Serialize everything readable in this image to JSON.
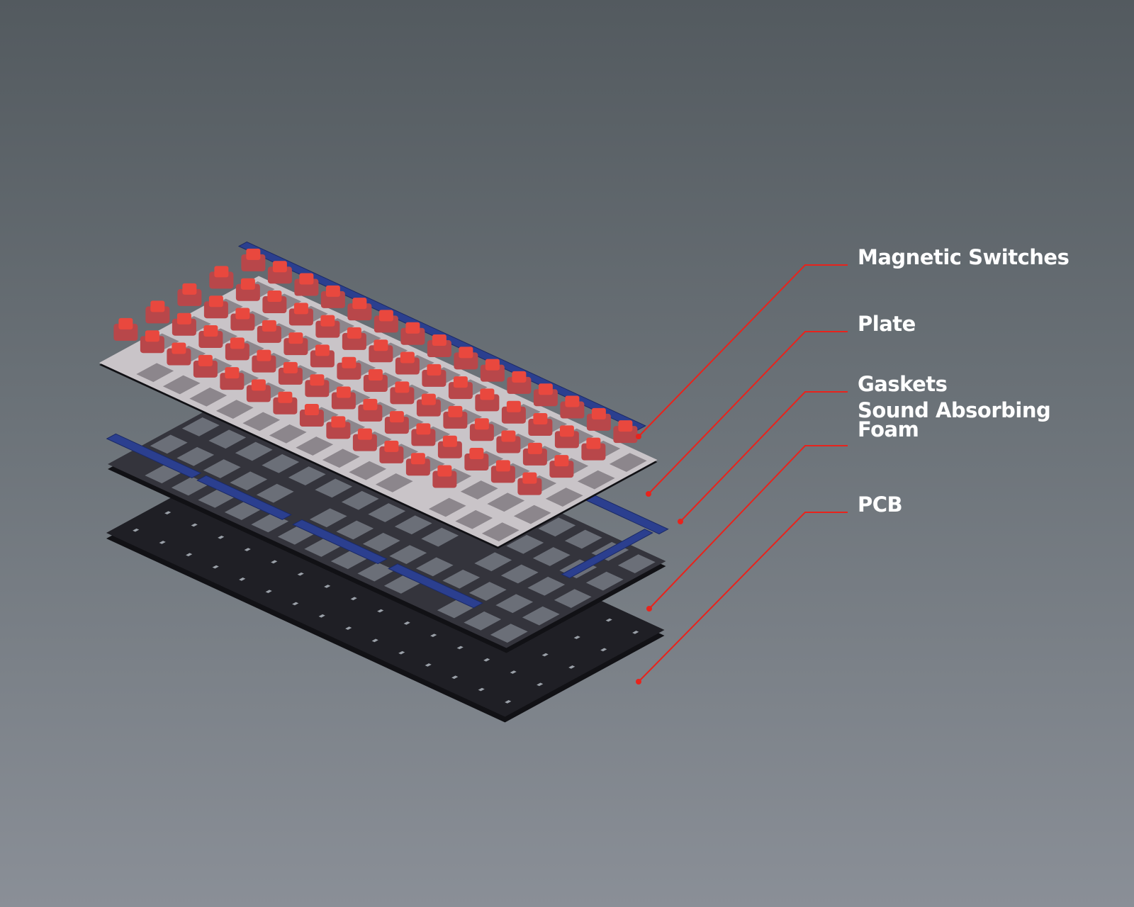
{
  "callouts": [
    {
      "label": "Magnetic Switches",
      "color": "#e8231c"
    },
    {
      "label": "Plate",
      "color": "#e8231c"
    },
    {
      "label": "Gaskets",
      "color": "#e8231c"
    },
    {
      "label": "Sound Absorbing\nFoam",
      "color": "#e8231c"
    },
    {
      "label": "PCB",
      "color": "#e8231c"
    }
  ],
  "colors": {
    "switch": "#e9483e",
    "gasket": "#2b3f8f",
    "plate": "#c9c4c8",
    "foam": "#34343c",
    "pcb": "#1f1f25"
  }
}
